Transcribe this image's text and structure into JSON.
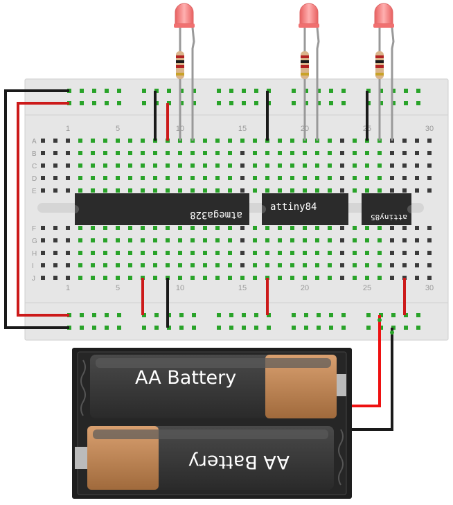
{
  "breadboard": {
    "column_numbers": [
      "1",
      "5",
      "10",
      "15",
      "20",
      "25",
      "30"
    ],
    "rows_top": [
      "A",
      "B",
      "C",
      "D",
      "E"
    ],
    "rows_bottom": [
      "F",
      "G",
      "H",
      "I",
      "J"
    ]
  },
  "chips": [
    {
      "label": "atmega328",
      "rotated": true
    },
    {
      "label": "attiny84",
      "rotated": false
    },
    {
      "label": "attiny85",
      "rotated": true
    }
  ],
  "battery_pack": {
    "cell_top_label": "AA Battery",
    "cell_bottom_label": "AA Battery"
  },
  "components": {
    "leds": [
      {
        "color": "red",
        "icon": "led-icon"
      },
      {
        "color": "red",
        "icon": "led-icon"
      },
      {
        "color": "red",
        "icon": "led-icon"
      }
    ],
    "resistors": 3
  },
  "colors": {
    "board": "#e6e6e6",
    "chip": "#2b2b2b",
    "wire_red": "#cc1a1a",
    "wire_black": "#1a1a1a",
    "hole_active": "#29a329",
    "led": "#f28a8a",
    "battery_copper": "#c08a58"
  }
}
